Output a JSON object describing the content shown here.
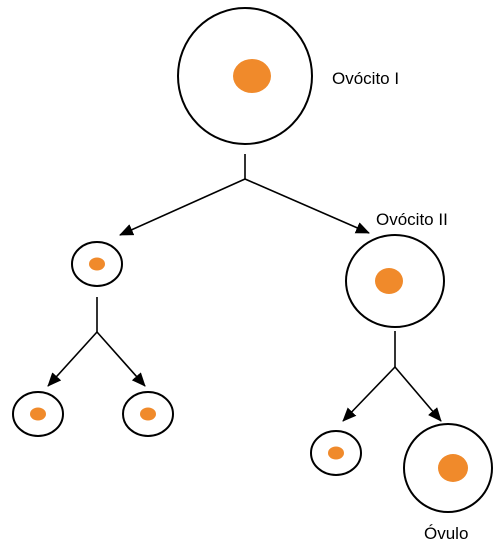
{
  "labels": {
    "primary_oocyte": "Ovócito I",
    "secondary_oocyte": "Ovócito II",
    "ovum": "Óvulo"
  },
  "colors": {
    "nucleus": "#f08a2b",
    "outline": "#000000",
    "cell_fill": "#ffffff"
  }
}
